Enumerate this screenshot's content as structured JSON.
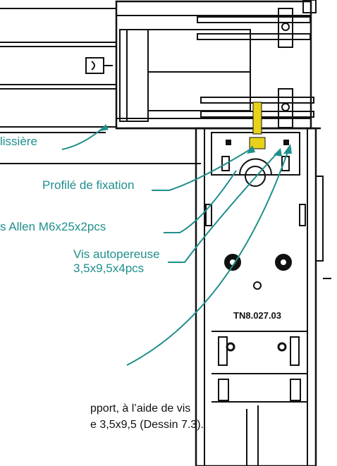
{
  "labels": {
    "slide_rail": "lissière",
    "mounting_profile": "Profilé de fixation",
    "allen_screws": "s Allen M6x25x2pcs",
    "self_tapping_line1": "Vis autopereuse",
    "self_tapping_line2": "3,5x9,5x4pcs"
  },
  "part_number": "TN8.027.03",
  "body_text": {
    "line1": "pport, à l’aide de vis",
    "line2": "e 3,5x9,5 (Dessin 7.3)."
  },
  "colors": {
    "callout_text": "#1f8f8c",
    "leader_line": "#1f8f8c",
    "highlight_bolt": "#e8d21a",
    "drawing_lines": "#111111"
  }
}
